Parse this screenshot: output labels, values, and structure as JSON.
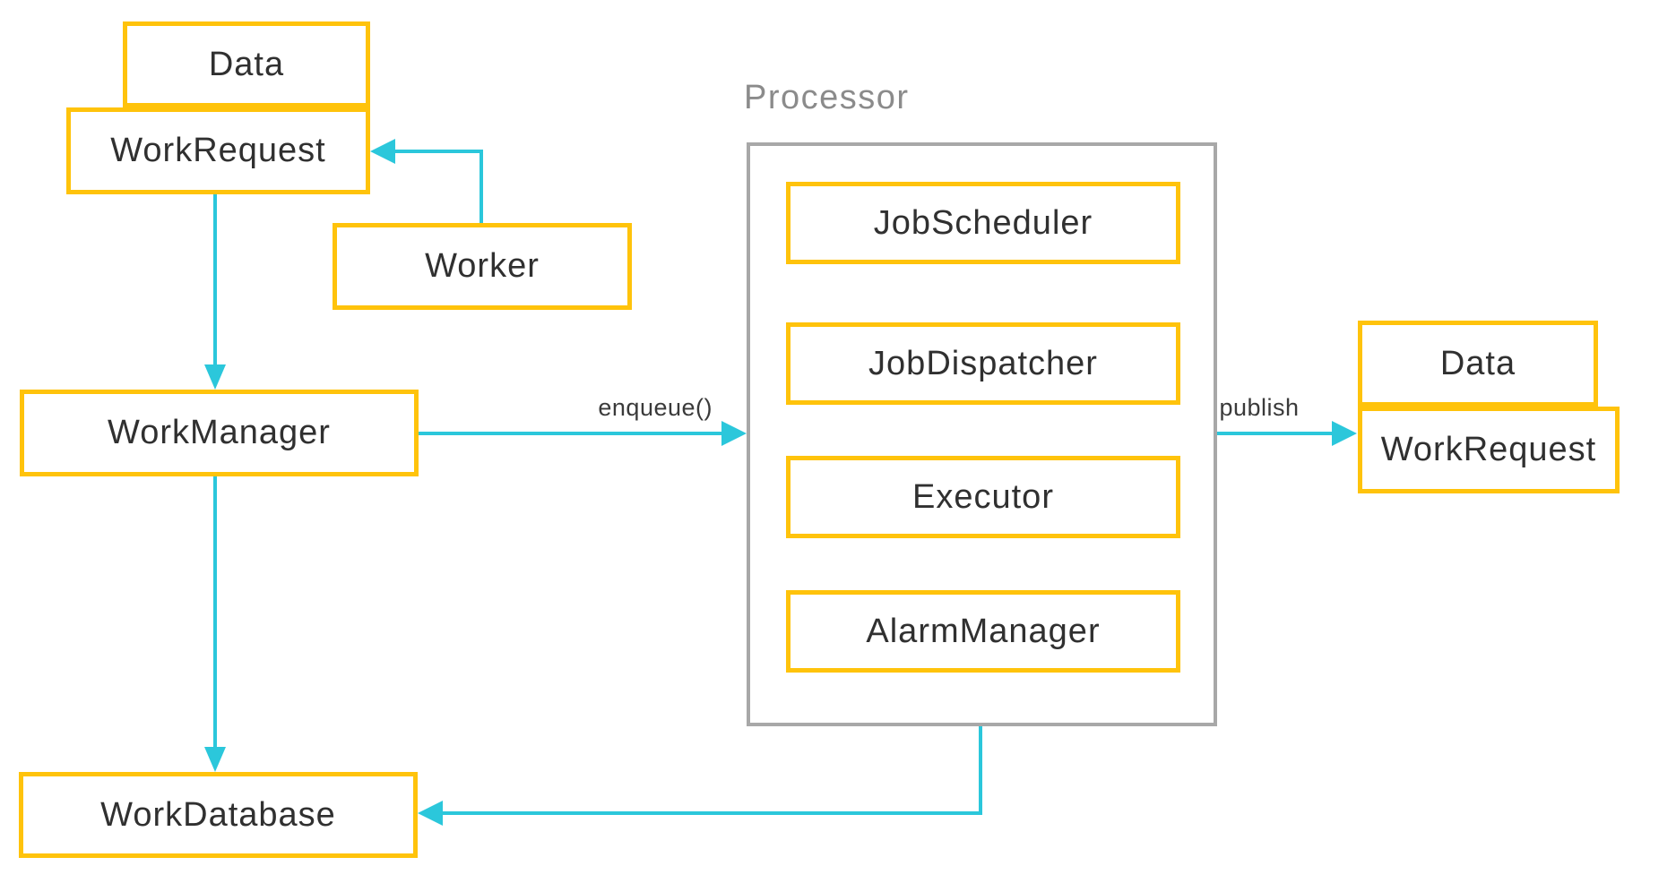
{
  "nodes": {
    "data_left": {
      "label": "Data"
    },
    "workrequest_left": {
      "label": "WorkRequest"
    },
    "worker": {
      "label": "Worker"
    },
    "workmanager": {
      "label": "WorkManager"
    },
    "workdatabase": {
      "label": "WorkDatabase"
    },
    "processor": {
      "label": "Processor",
      "children": [
        {
          "label": "JobScheduler"
        },
        {
          "label": "JobDispatcher"
        },
        {
          "label": "Executor"
        },
        {
          "label": "AlarmManager"
        }
      ]
    },
    "data_right": {
      "label": "Data"
    },
    "workrequest_right": {
      "label": "WorkRequest"
    }
  },
  "edges": {
    "worker_to_workrequest": {
      "label": ""
    },
    "workrequest_to_workmanager": {
      "label": ""
    },
    "workmanager_to_processor": {
      "label": "enqueue()"
    },
    "processor_to_workrequest": {
      "label": "publish"
    },
    "workmanager_to_workdatabase": {
      "label": ""
    },
    "processor_to_workdatabase": {
      "label": ""
    }
  },
  "colors": {
    "accent_yellow": "#FFC30B",
    "arrow_cyan": "#2BC7DB",
    "container_gray": "#A8A8A8",
    "label_gray": "#8B8B8B",
    "text_dark": "#303030"
  }
}
